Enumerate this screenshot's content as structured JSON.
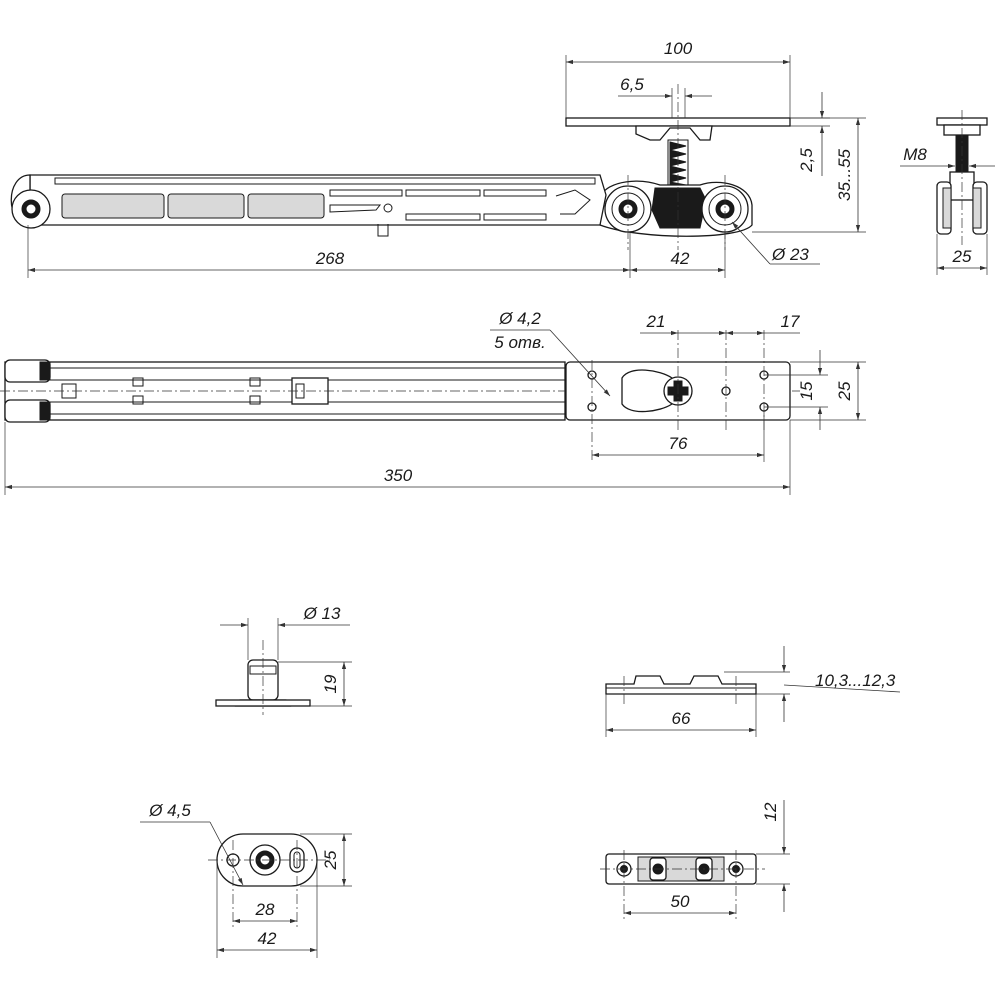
{
  "dimensions": {
    "top_width": "100",
    "stud_width": "6,5",
    "plate_gap": "2,5",
    "height_range": "35...55",
    "thread": "M8",
    "side_width": "25",
    "track_length": "268",
    "wheel_spacing": "42",
    "wheel_diameter": "Ø 23",
    "hole_diameter": "Ø 4,2",
    "hole_count": "5 отв.",
    "hole_pitch_a": "21",
    "hole_pitch_b": "17",
    "hole_row": "15",
    "plate_height": "25",
    "hole_span": "76",
    "overall_length": "350",
    "guide_diameter": "Ø 13",
    "guide_height": "19",
    "stop_height": "10,3...12,3",
    "stop_length": "66",
    "base_hole": "Ø 4,5",
    "base_height": "25",
    "base_pitch": "28",
    "base_length": "42",
    "bar_height": "12",
    "bar_pitch": "50"
  }
}
